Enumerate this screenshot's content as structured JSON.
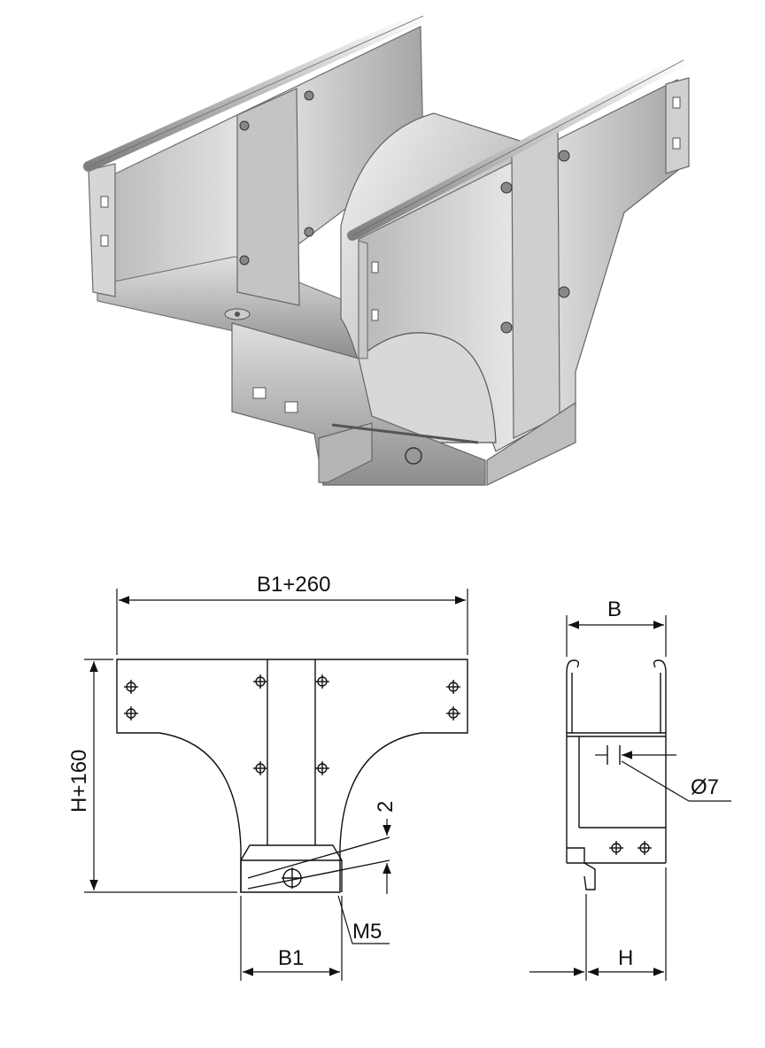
{
  "labels": {
    "width_top": "B1+260",
    "height_left": "H+160",
    "gap": "2",
    "bolt": "M5",
    "width_bottom": "B1",
    "side_width": "B",
    "hole": "Ø7",
    "side_height": "H"
  }
}
